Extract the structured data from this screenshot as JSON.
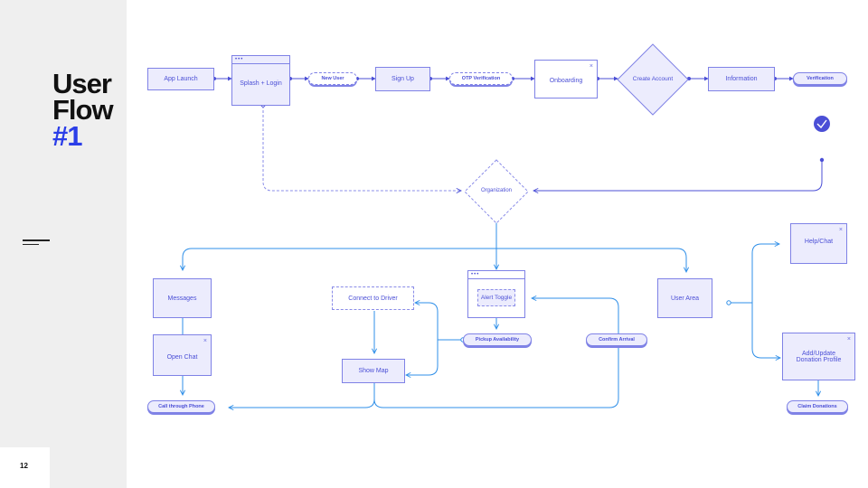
{
  "page": {
    "title_line1": "User",
    "title_line2": "Flow",
    "title_line3": "#1",
    "page_number": "12"
  },
  "flow": {
    "app_launch": "App Launch",
    "splash_login": "Splash + Login",
    "new_user": "New User",
    "sign_up": "Sign Up",
    "otp_verification": "OTP Verification",
    "onboarding": "Onboarding",
    "create_account": "Create Account",
    "information": "Information",
    "verification": "Verification",
    "organization": "Organization",
    "messages": "Messages",
    "open_chat": "Open Chat",
    "call_through_phone": "Call through Phone",
    "connect_to_driver": "Connect to Driver",
    "show_map": "Show Map",
    "alert_toggle": "Alert Toggle",
    "pickup_availability": "Pickup Availability",
    "confirm_arrival": "Confirm Arrival",
    "user_area": "User Area",
    "help_chat": "Help/Chat",
    "add_update_line1": "Add/Update",
    "add_update_line2": "Donation Profile",
    "claim_donations": "Claim Donations"
  },
  "colors": {
    "purple": "#4b4fd6",
    "purple_light": "#ececfd",
    "blue_line": "#2f8fe8",
    "accent": "#2b3ee8"
  }
}
